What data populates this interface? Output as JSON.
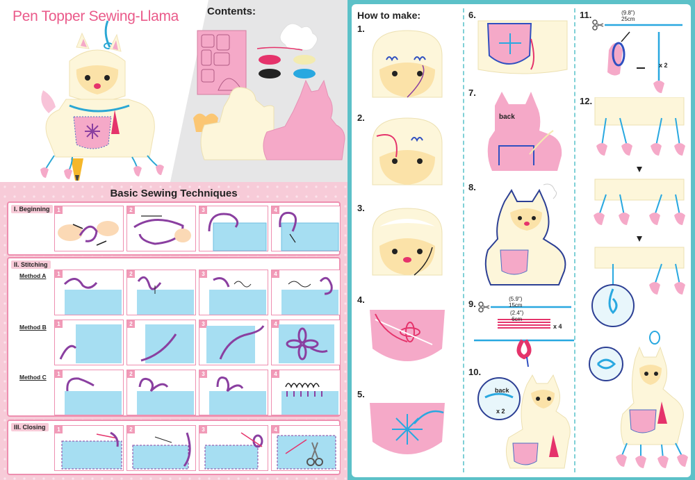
{
  "left_page": {
    "title": "Pen Topper Sewing-Llama",
    "contents_title": "Contents:",
    "techniques_title": "Basic Sewing Techniques",
    "sections": [
      {
        "label": "I. Beginning",
        "steps": [
          "1",
          "2",
          "3",
          "4"
        ]
      },
      {
        "label": "II. Stitching",
        "methods": [
          {
            "label": "Method A",
            "steps": [
              "1",
              "2",
              "3",
              "4"
            ]
          },
          {
            "label": "Method B",
            "steps": [
              "1",
              "2",
              "3",
              "4"
            ]
          },
          {
            "label": "Method C",
            "steps": [
              "1",
              "2",
              "3",
              "4"
            ]
          }
        ]
      },
      {
        "label": "III. Closing",
        "steps": [
          "1",
          "2",
          "3",
          "4"
        ]
      }
    ]
  },
  "right_page": {
    "how_to_title": "How to make:",
    "steps": {
      "s1": "1.",
      "s2": "2.",
      "s3": "3.",
      "s4": "4.",
      "s5": "5.",
      "s6": "6.",
      "s7": "7.",
      "s8": "8.",
      "s9": "9.",
      "s10": "10.",
      "s11": "11.",
      "s12": "12."
    },
    "step7_label": "back",
    "step9": {
      "long_in": "(5.9\")",
      "long_cm": "15cm",
      "short_in": "(2.4\")",
      "short_cm": "6cm",
      "count": "x 4"
    },
    "step10": {
      "label": "back",
      "count": "x 2"
    },
    "step11": {
      "len_in": "(9.8\")",
      "len_cm": "25cm",
      "count": "x 2"
    }
  },
  "colors": {
    "pink_accent": "#ea5a8a",
    "pink_panel": "#f7cbd8",
    "teal_border": "#5cc1c8",
    "felt_cream": "#fdf6da",
    "felt_pink": "#f5a9c8",
    "thread_purple": "#8a3fa0",
    "fabric_blue": "#a6def2"
  }
}
